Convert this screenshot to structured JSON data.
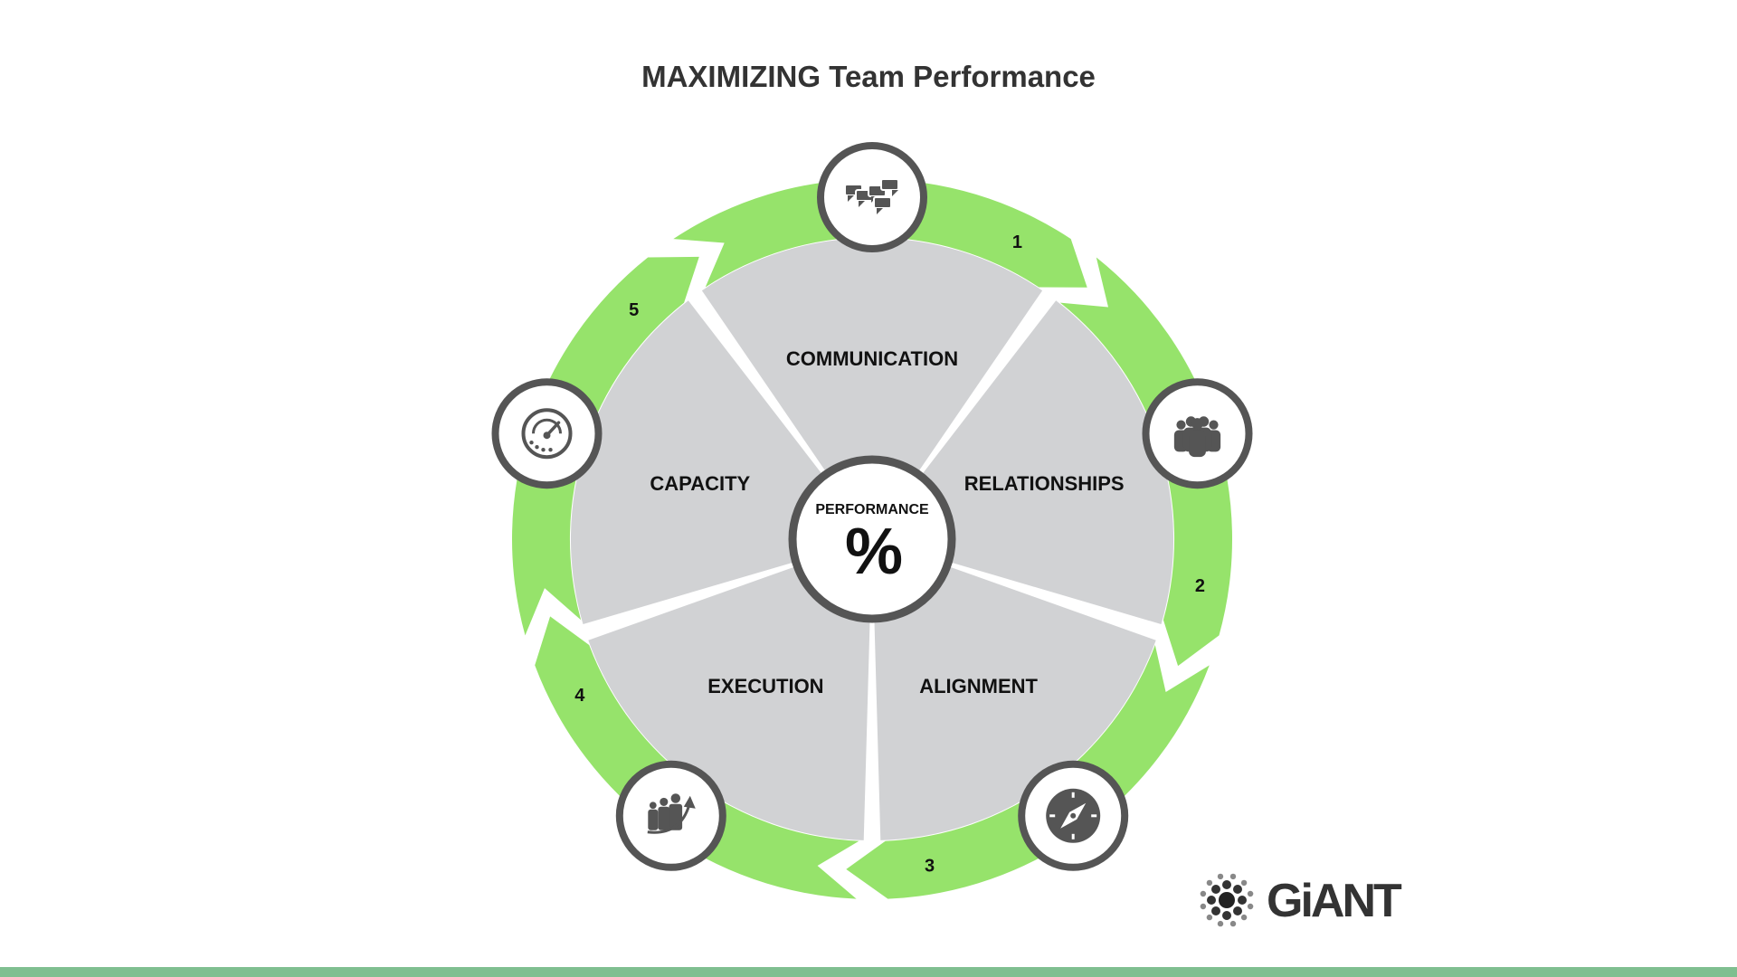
{
  "title": "MAXIMIZING Team Performance",
  "center": {
    "title": "PERFORMANCE",
    "glyph": "%"
  },
  "segments": [
    {
      "label": "COMMUNICATION",
      "step": "1",
      "icon": "speech-bubbles-icon"
    },
    {
      "label": "RELATIONSHIPS",
      "step": "2",
      "icon": "people-group-icon"
    },
    {
      "label": "ALIGNMENT",
      "step": "3",
      "icon": "compass-icon"
    },
    {
      "label": "EXECUTION",
      "step": "4",
      "icon": "growth-arrow-people-icon"
    },
    {
      "label": "CAPACITY",
      "step": "5",
      "icon": "speedometer-icon"
    }
  ],
  "logo": {
    "text": "GiANT"
  },
  "colors": {
    "ring_green": "#96E36B",
    "segment_gray": "#D1D2D4",
    "icon_dark": "#555555",
    "bottom_bar": "#7FBF90"
  }
}
